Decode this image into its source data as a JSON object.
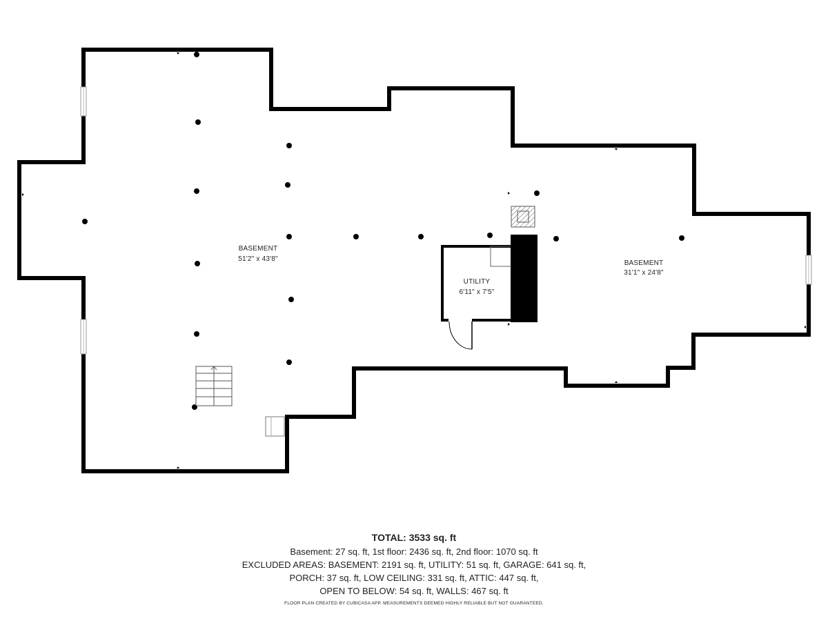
{
  "rooms": [
    {
      "id": "basement-main",
      "name": "BASEMENT",
      "dimensions": "51'2\" x 43'8\""
    },
    {
      "id": "basement-east",
      "name": "BASEMENT",
      "dimensions": "31'1\" x 24'8\""
    },
    {
      "id": "utility",
      "name": "UTILITY",
      "dimensions": "6'11\" x 7'5\""
    }
  ],
  "summary": {
    "total": "TOTAL: 3533 sq. ft",
    "line1": "Basement: 27 sq. ft, 1st floor: 2436 sq. ft, 2nd floor: 1070 sq. ft",
    "line2": "EXCLUDED AREAS: BASEMENT: 2191 sq. ft, UTILITY: 51 sq. ft, GARAGE: 641 sq. ft,",
    "line3": "PORCH: 37 sq. ft, LOW CEILING: 331 sq. ft, ATTIC: 447 sq. ft,",
    "line4": "OPEN TO BELOW: 54 sq. ft, WALLS: 467 sq. ft"
  },
  "footer": "FLOOR PLAN CREATED BY CUBICASA APP. MEASUREMENTS DEEMED HIGHLY RELIABLE BUT NOT GUARANTEED.",
  "colors": {
    "wall": "#000000",
    "background": "#ffffff",
    "text": "#222222"
  }
}
